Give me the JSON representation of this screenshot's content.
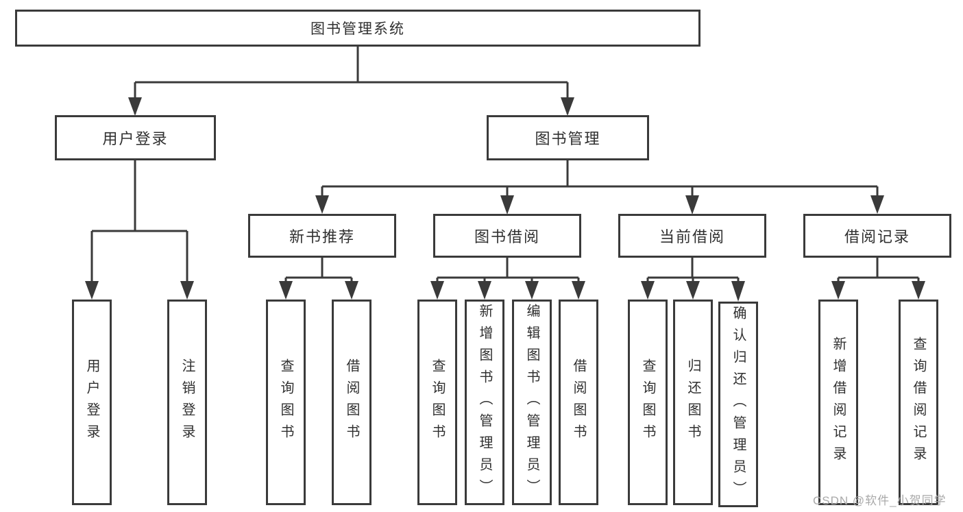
{
  "diagram": {
    "root": {
      "label": "图书管理系统"
    },
    "level2": {
      "user_login": {
        "label": "用户登录"
      },
      "book_management": {
        "label": "图书管理"
      }
    },
    "level3": {
      "new_book_recommend": {
        "label": "新书推荐"
      },
      "book_borrow": {
        "label": "图书借阅"
      },
      "current_borrow": {
        "label": "当前借阅"
      },
      "borrow_records": {
        "label": "借阅记录"
      }
    },
    "leaves": {
      "user": [
        "用户登录",
        "注销登录"
      ],
      "recommend": [
        "查询图书",
        "借阅图书"
      ],
      "borrow": [
        "查询图书",
        "新增图书（管理员）",
        "编辑图书（管理员）",
        "借阅图书"
      ],
      "current": [
        "查询图书",
        "归还图书",
        "确认归还（管理员）"
      ],
      "records": [
        "新增借阅记录",
        "查询借阅记录"
      ]
    },
    "watermark": "CSDN @软件_小贺同学",
    "colors": {
      "line": "#3a3a3a",
      "box_border": "#3a3a3a",
      "text": "#303030",
      "watermark_text": "#a9a9a9",
      "background": "#ffffff"
    }
  }
}
